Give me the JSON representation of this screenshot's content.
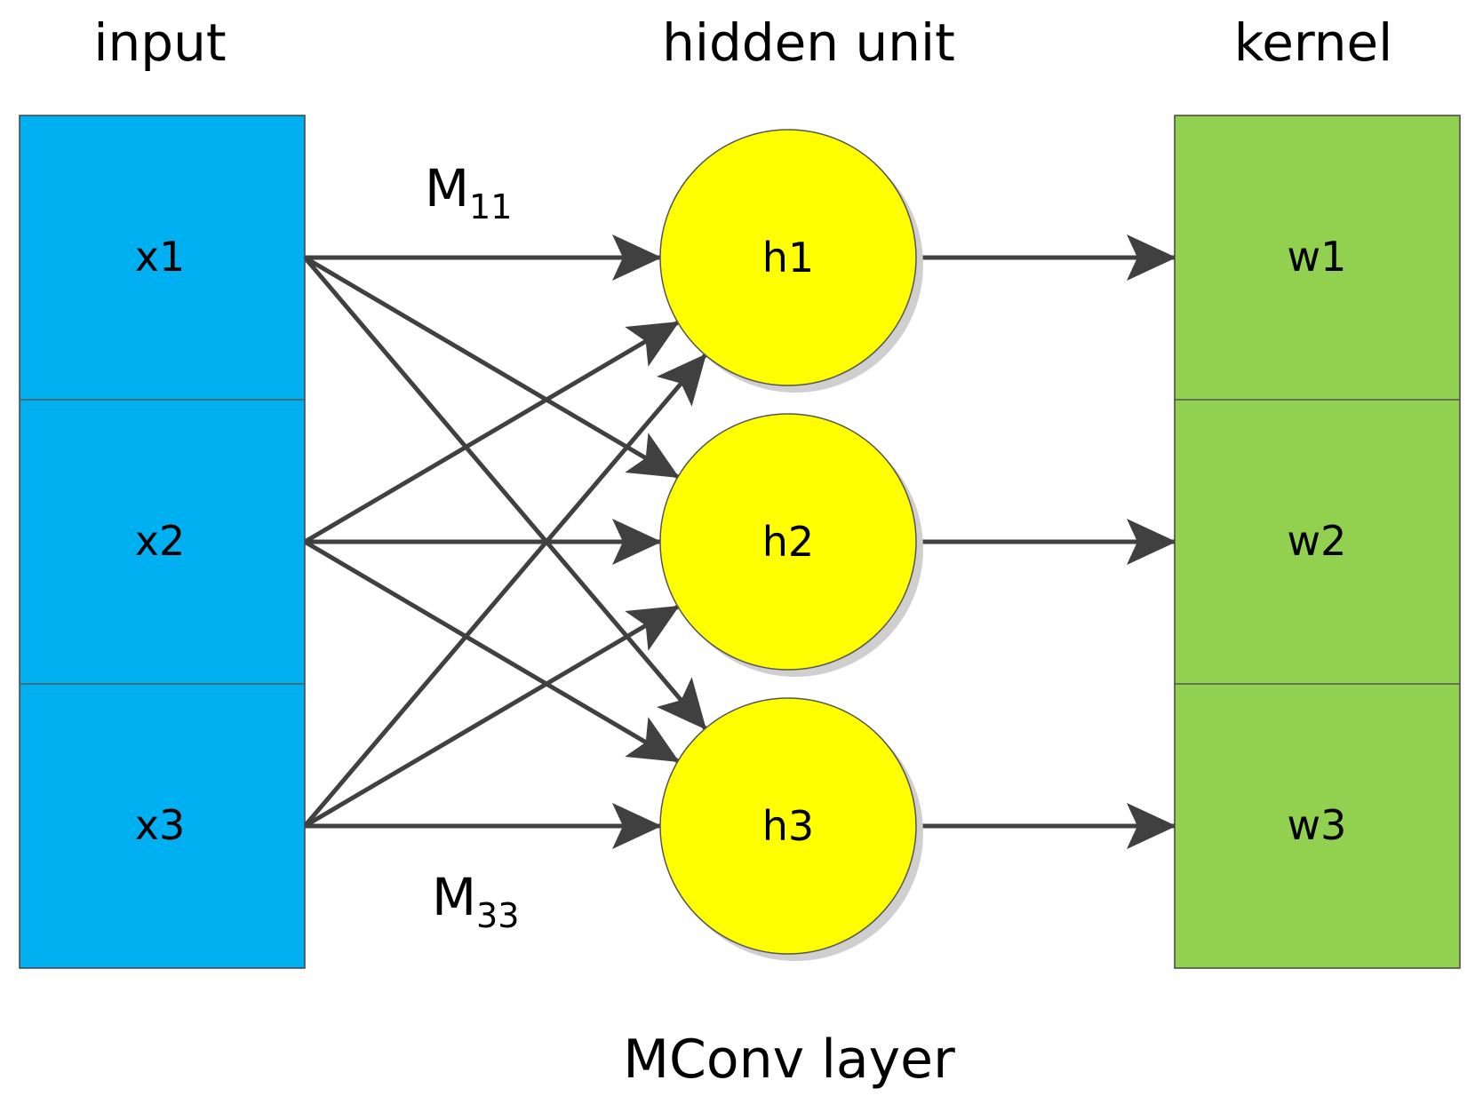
{
  "headings": {
    "input": "input",
    "hidden": "hidden unit",
    "kernel": "kernel"
  },
  "input_cells": [
    "x1",
    "x2",
    "x3"
  ],
  "hidden_units": [
    "h1",
    "h2",
    "h3"
  ],
  "kernel_cells": [
    "w1",
    "w2",
    "w3"
  ],
  "weight_labels": [
    {
      "main": "M",
      "sub": "11"
    },
    {
      "main": "M",
      "sub": "33"
    }
  ],
  "footer": "MConv layer",
  "colors": {
    "input_fill": "#00B0F0",
    "hidden_fill": "#FFFF00",
    "kernel_fill": "#92D050",
    "edge": "#404040",
    "shadow": "#cfcfcf"
  },
  "connections": {
    "input_to_hidden": "all-to-all",
    "hidden_to_kernel": "one-to-one"
  }
}
